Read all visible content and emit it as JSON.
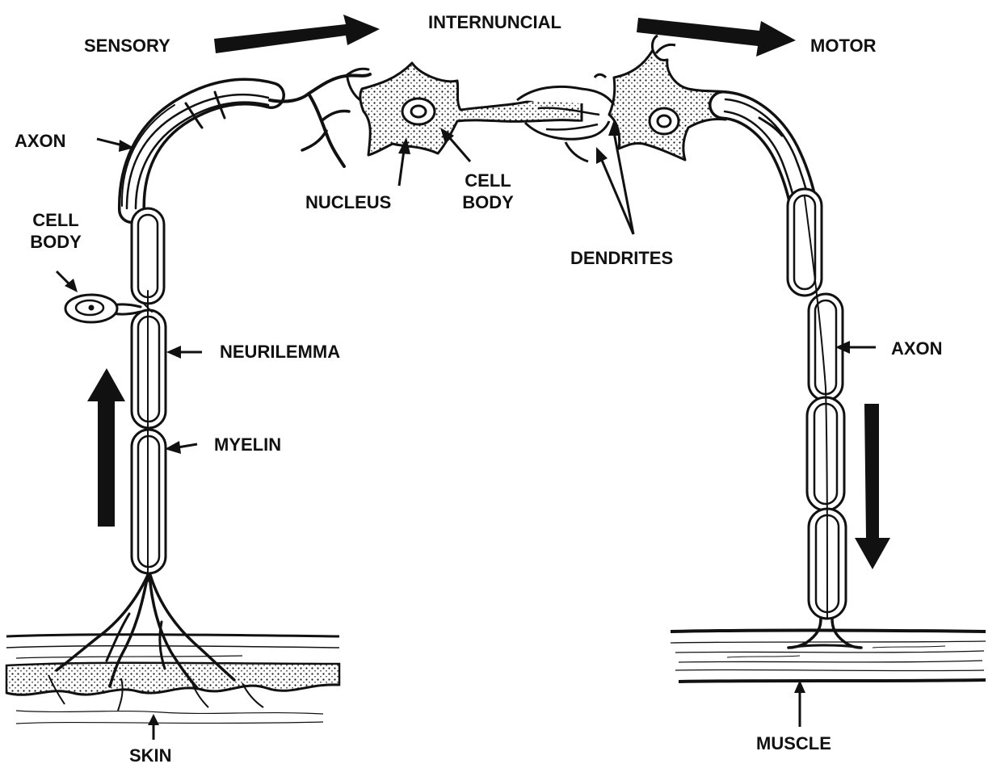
{
  "labels": {
    "sensory": "SENSORY",
    "internuncial": "INTERNUNCIAL",
    "motor": "MOTOR",
    "axon_left": "AXON",
    "cell_body_left": [
      "CELL",
      "BODY"
    ],
    "nucleus": "NUCLEUS",
    "cell_body_center": [
      "CELL",
      "BODY"
    ],
    "dendrites": "DENDRITES",
    "neurilemma": "NEURILEMMA",
    "myelin": "MYELIN",
    "axon_right": "AXON",
    "skin": "SKIN",
    "muscle": "MUSCLE"
  },
  "colors": {
    "ink": "#111111",
    "background": "#ffffff"
  }
}
